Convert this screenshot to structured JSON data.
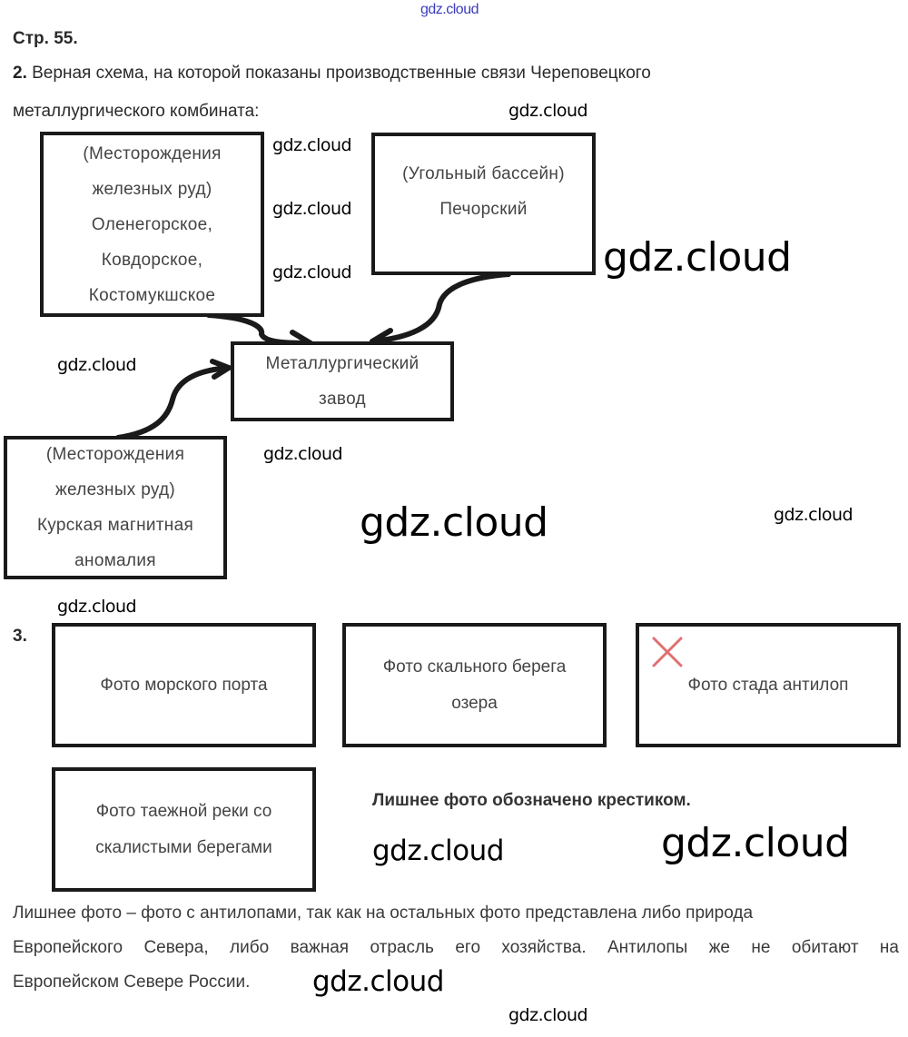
{
  "watermark": "gdz.cloud",
  "page_label": "Стр. 55.",
  "task2": {
    "number": "2.",
    "text_line1": " Верная схема, на которой показаны производственные связи Череповецкого",
    "text_line2": "металлургического комбината:",
    "diagram": {
      "box_north_ore": [
        "(Месторождения",
        "железных руд)",
        "Оленегорское,",
        "Ковдорское,",
        "Костомукшское"
      ],
      "box_coal": [
        "(Угольный бассейн)",
        "Печорский"
      ],
      "box_plant": [
        "Металлургический",
        "завод"
      ],
      "box_kursk": [
        "(Месторождения",
        "железных руд)",
        "Курская магнитная",
        "аномалия"
      ]
    }
  },
  "task3": {
    "number": "3.",
    "photos": [
      {
        "lines": [
          "Фото морского порта"
        ],
        "crossed": false
      },
      {
        "lines": [
          "Фото скального берега",
          "озера"
        ],
        "crossed": false
      },
      {
        "lines": [
          "Фото стада антилоп"
        ],
        "crossed": true
      },
      {
        "lines": [
          "Фото таежной реки со",
          "скалистыми берегами"
        ],
        "crossed": false
      }
    ],
    "note": "Лишнее фото обозначено крестиком.",
    "cross_color": "#e07070",
    "explanation": [
      "Лишнее фото – фото с антилопами, так как на остальных фото представлена либо природа",
      "Европейского Севера, либо важная отрасль его хозяйства. Антилопы же не обитают на",
      "Европейском Севере России."
    ]
  }
}
